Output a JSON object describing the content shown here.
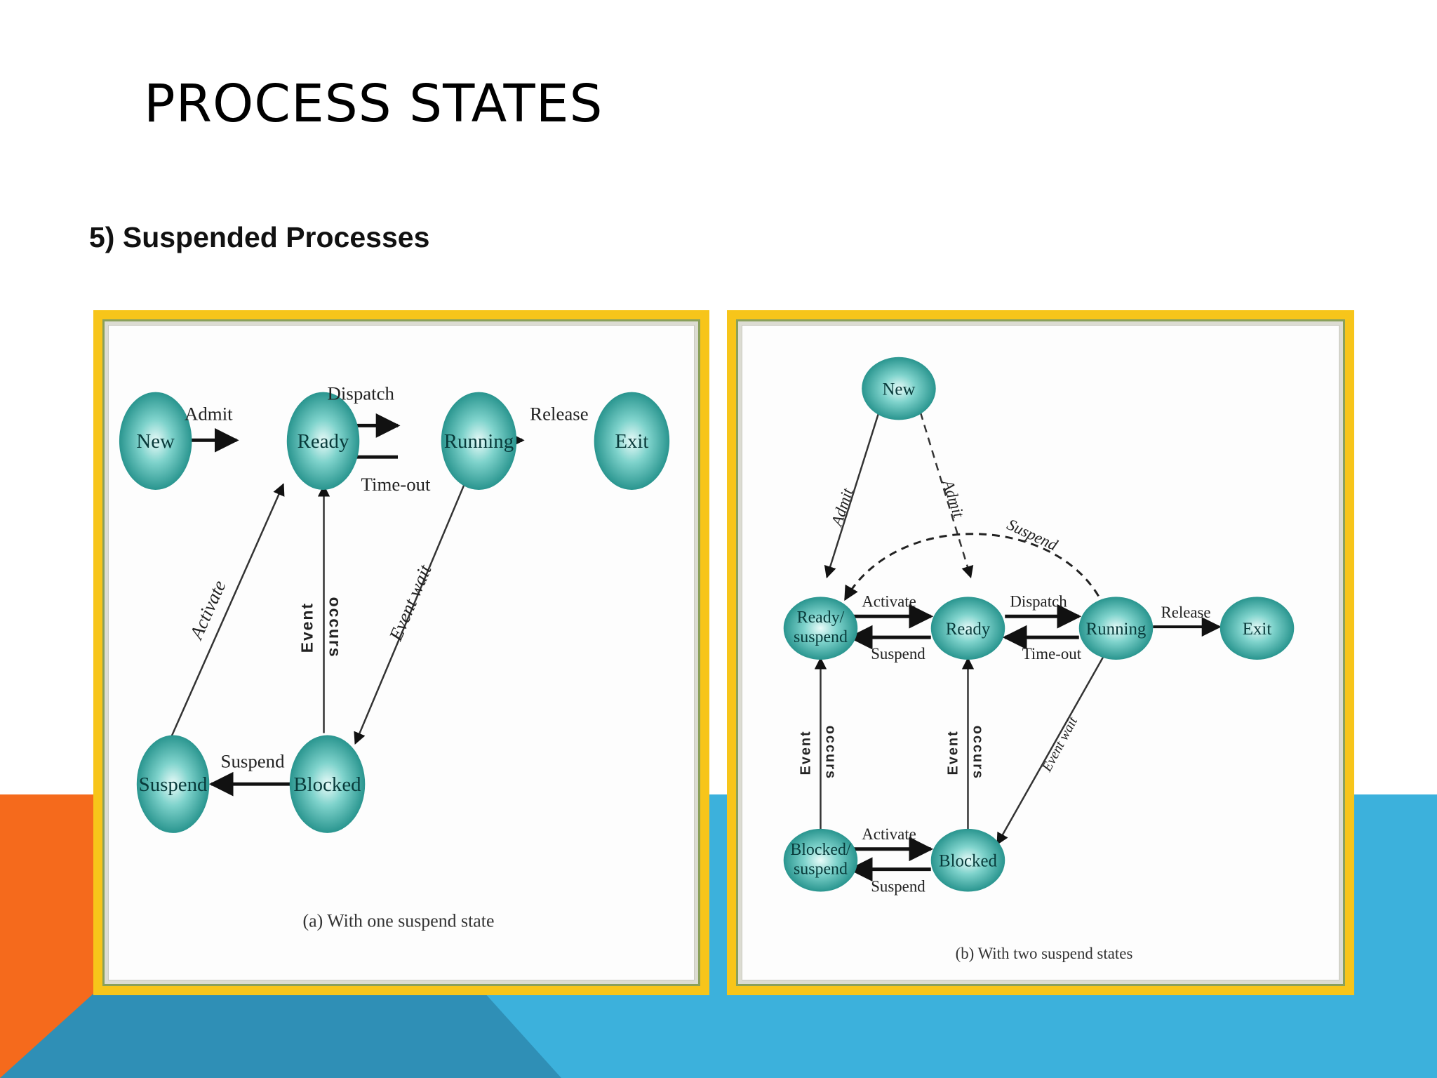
{
  "slide": {
    "title": "PROCESS STATES",
    "subtitle": "5) Suspended Processes"
  },
  "colors": {
    "frame": "#f7c51a",
    "state_node": "#1f8f89",
    "orange": "#f56a1c",
    "blue": "#3cb1dc",
    "teal_dark": "#2f8fb6"
  },
  "diagram_a": {
    "states": {
      "new": "New",
      "ready": "Ready",
      "running": "Running",
      "exit": "Exit",
      "suspend": "Suspend",
      "blocked": "Blocked"
    },
    "transitions": {
      "admit": "Admit",
      "dispatch": "Dispatch",
      "release": "Release",
      "timeout": "Time-out",
      "activate": "Activate",
      "event_occurs_1": "Event",
      "event_occurs_2": "occurs",
      "event_wait": "Event wait",
      "suspend": "Suspend"
    },
    "caption": "(a) With one suspend state"
  },
  "diagram_b": {
    "states": {
      "new": "New",
      "ready_suspend_1": "Ready/",
      "ready_suspend_2": "suspend",
      "ready": "Ready",
      "running": "Running",
      "exit": "Exit",
      "blocked_suspend_1": "Blocked/",
      "blocked_suspend_2": "suspend",
      "blocked": "Blocked"
    },
    "transitions": {
      "admit_left": "Admit",
      "admit_right": "Admit",
      "suspend_curve": "Suspend",
      "activate_top": "Activate",
      "suspend_top": "Suspend",
      "dispatch": "Dispatch",
      "timeout": "Time-out",
      "release": "Release",
      "event_occurs_left_1": "Event",
      "event_occurs_left_2": "occurs",
      "event_occurs_mid_1": "Event",
      "event_occurs_mid_2": "occurs",
      "event_wait": "Event wait",
      "activate_bottom": "Activate",
      "suspend_bottom": "Suspend"
    },
    "caption": "(b) With two suspend states"
  }
}
